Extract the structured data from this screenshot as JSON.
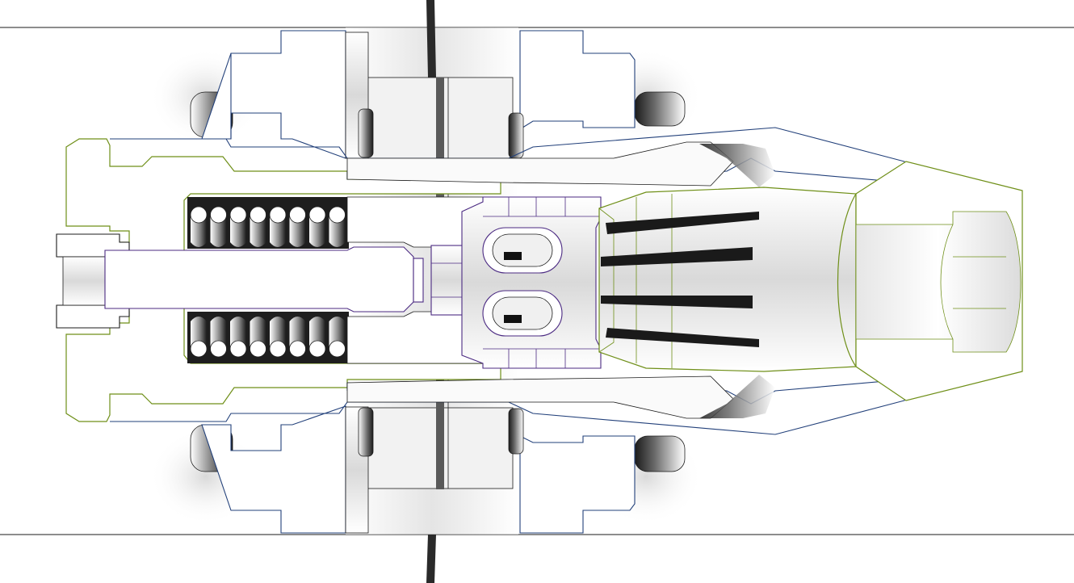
{
  "view": {
    "background": "#ffffff",
    "colors": {
      "outline_dark": "#1b1b1b",
      "outline_green": "#6f8f18",
      "outline_blue": "#22407a",
      "outline_purple": "#4b2a82",
      "shade": "#9a9a9a"
    },
    "components": [
      "panel-top",
      "panel-bottom",
      "bulkhead-center",
      "flange-left",
      "flange-right",
      "receptacle-shell",
      "spring",
      "plunger",
      "coupling-cage",
      "collet-fingers",
      "plug-nose"
    ],
    "spring_coil_count": 8
  }
}
